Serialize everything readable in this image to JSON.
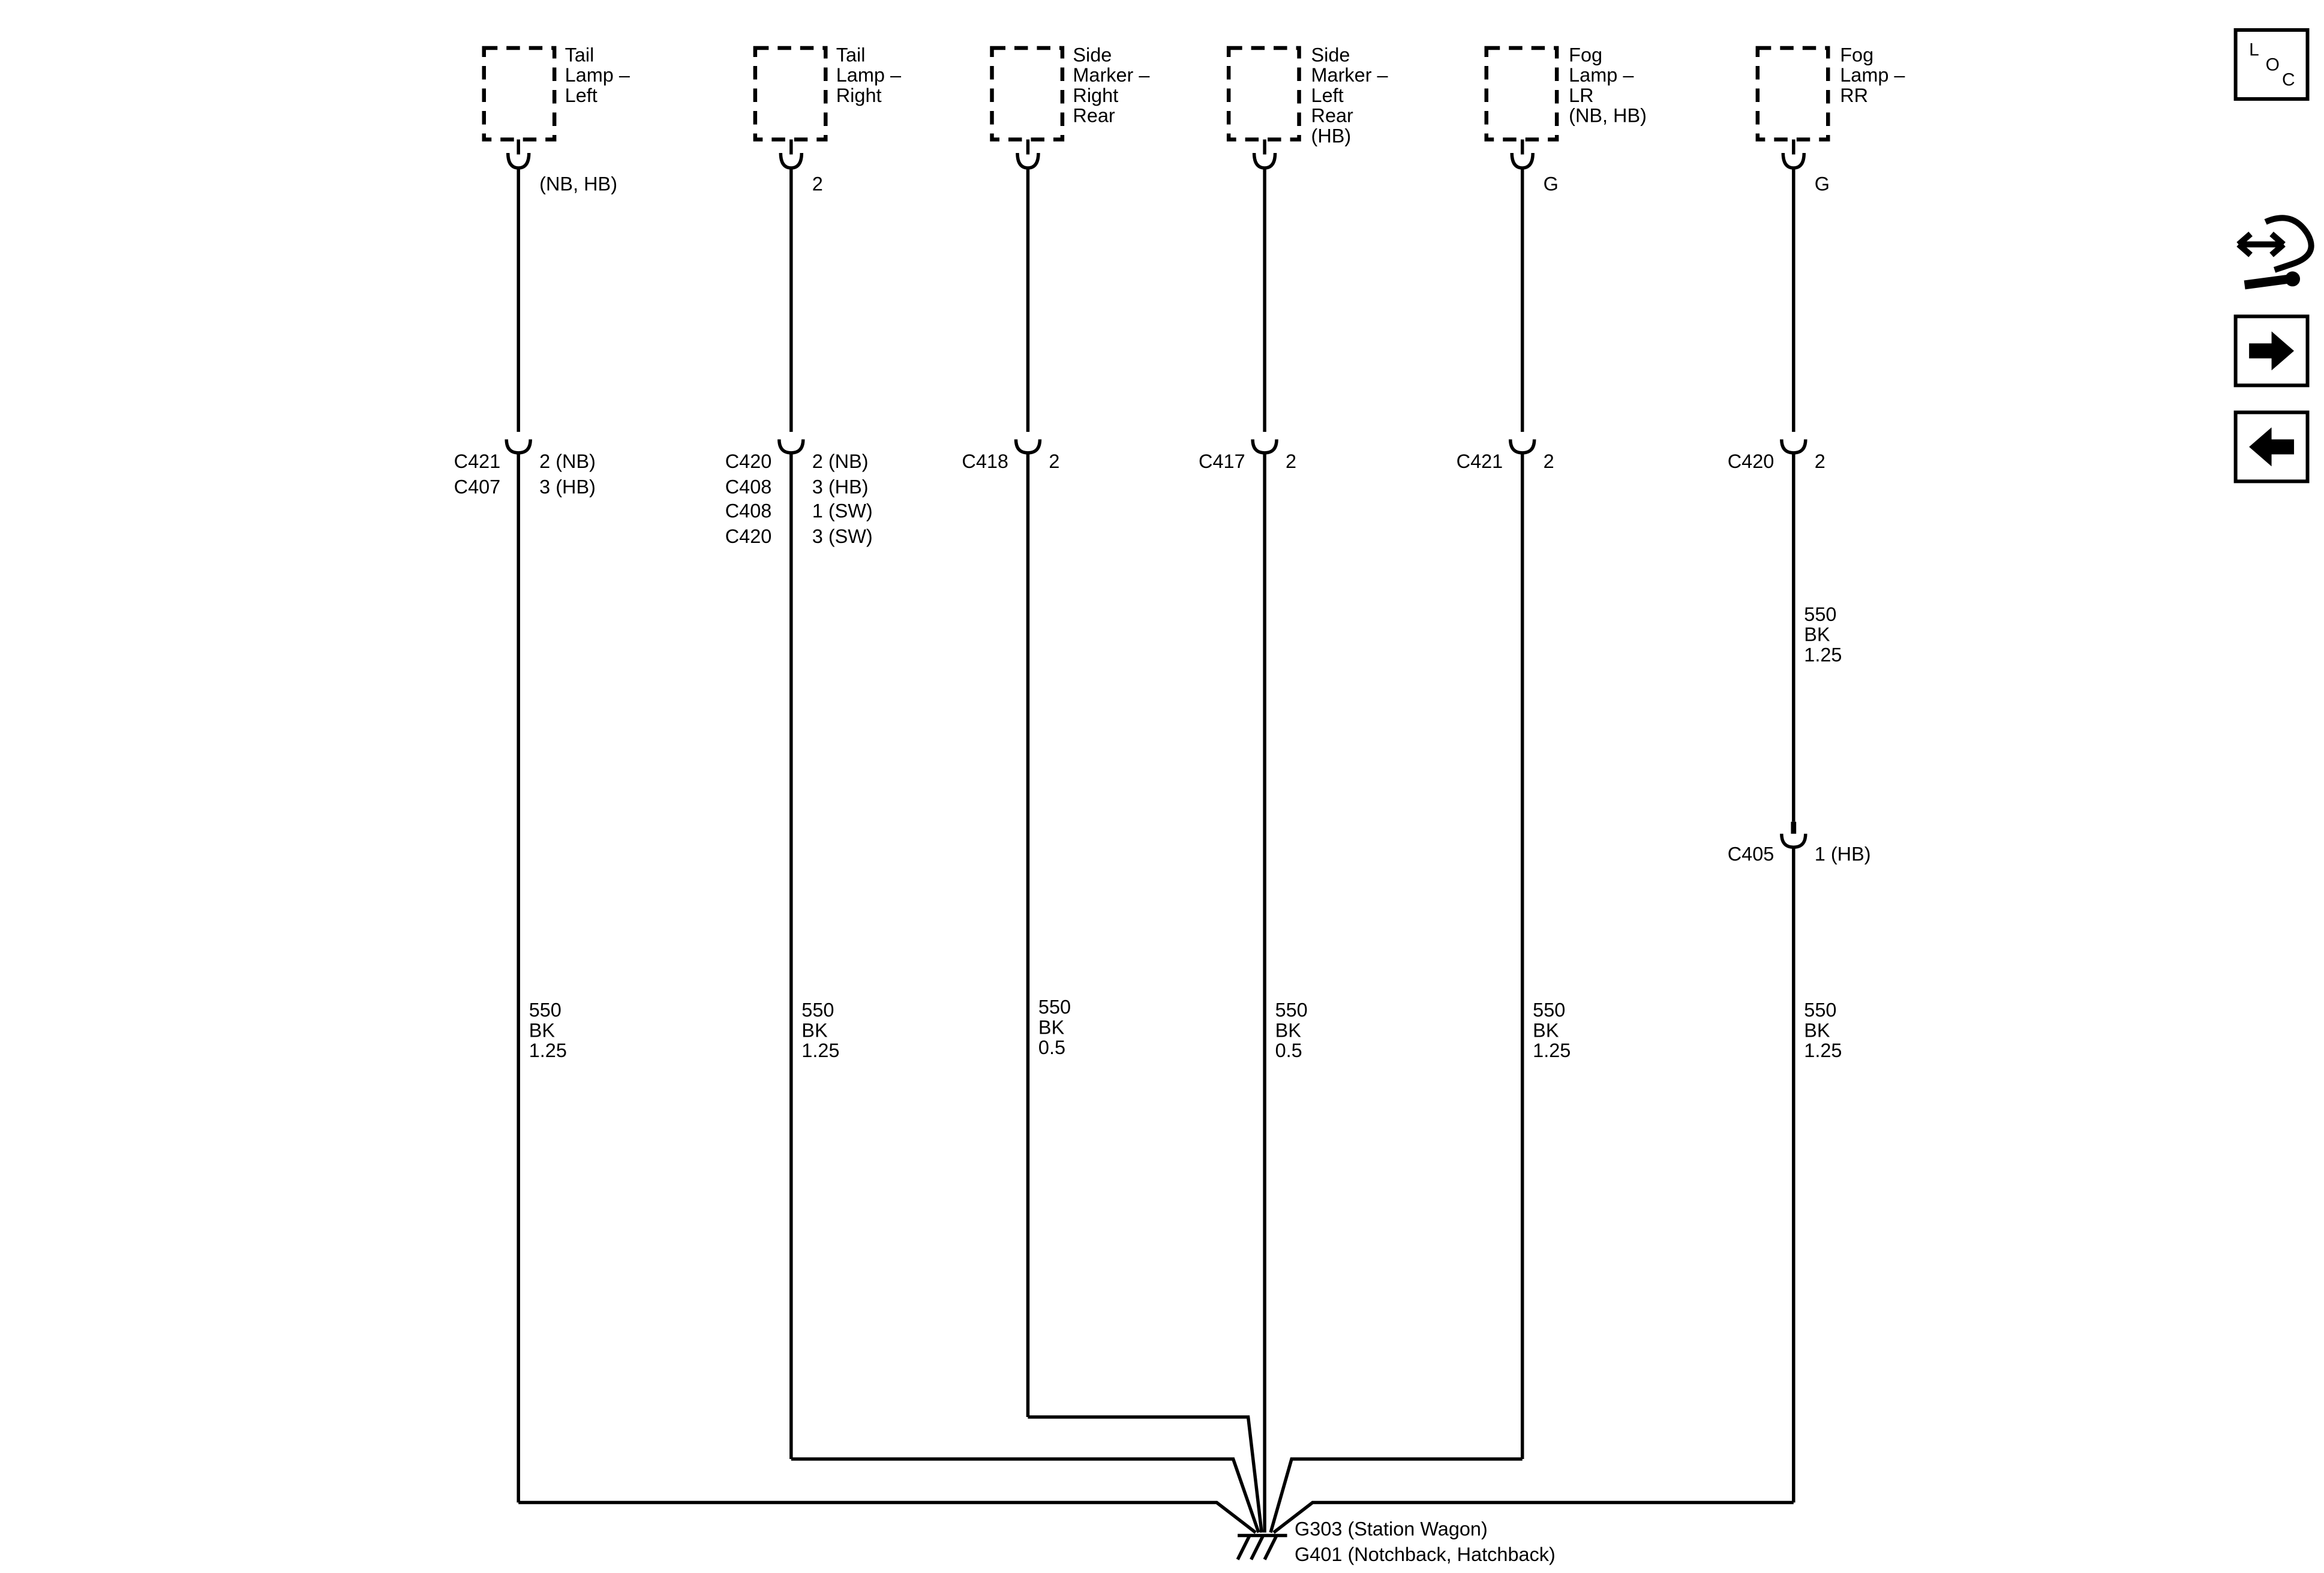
{
  "components": [
    {
      "id": "tail-lamp-left",
      "name": [
        "Tail",
        "Lamp –",
        "Left"
      ],
      "pin_note": "(NB, HB)"
    },
    {
      "id": "tail-lamp-right",
      "name": [
        "Tail",
        "Lamp –",
        "Right"
      ],
      "pin_note": "2"
    },
    {
      "id": "side-marker-right-rear",
      "name": [
        "Side",
        "Marker –",
        "Right",
        "Rear"
      ],
      "pin_note": ""
    },
    {
      "id": "side-marker-left-rear",
      "name": [
        "Side",
        "Marker –",
        "Left",
        "Rear",
        "(HB)"
      ],
      "pin_note": ""
    },
    {
      "id": "fog-lamp-lr",
      "name": [
        "Fog",
        "Lamp –",
        "LR",
        "(NB, HB)"
      ],
      "pin_note": "G"
    },
    {
      "id": "fog-lamp-rr",
      "name": [
        "Fog",
        "Lamp –",
        "RR"
      ],
      "pin_note": "G"
    }
  ],
  "connectors": [
    {
      "component": "tail-lamp-left",
      "ids": [
        "C421",
        "C407"
      ],
      "pins": [
        "2 (NB)",
        "3 (HB)"
      ]
    },
    {
      "component": "tail-lamp-right",
      "ids": [
        "C420",
        "C408",
        "C408",
        "C420"
      ],
      "pins": [
        "2 (NB)",
        "3 (HB)",
        "1 (SW)",
        "3 (SW)"
      ]
    },
    {
      "component": "side-marker-right-rear",
      "ids": [
        "C418"
      ],
      "pins": [
        "2"
      ]
    },
    {
      "component": "side-marker-left-rear",
      "ids": [
        "C417"
      ],
      "pins": [
        "2"
      ]
    },
    {
      "component": "fog-lamp-lr",
      "ids": [
        "C421"
      ],
      "pins": [
        "2"
      ]
    },
    {
      "component": "fog-lamp-rr",
      "ids": [
        "C420"
      ],
      "pins": [
        "2"
      ]
    },
    {
      "component": "fog-lamp-rr",
      "ids": [
        "C405"
      ],
      "pins": [
        "1 (HB)"
      ]
    }
  ],
  "wires": [
    {
      "component": "tail-lamp-left",
      "circuit": "550",
      "color": "BK",
      "size": "1.25"
    },
    {
      "component": "tail-lamp-right",
      "circuit": "550",
      "color": "BK",
      "size": "1.25"
    },
    {
      "component": "side-marker-right-rear",
      "circuit": "550",
      "color": "BK",
      "size": "0.5"
    },
    {
      "component": "side-marker-left-rear",
      "circuit": "550",
      "color": "BK",
      "size": "0.5"
    },
    {
      "component": "fog-lamp-lr",
      "circuit": "550",
      "color": "BK",
      "size": "1.25"
    },
    {
      "component": "fog-lamp-rr-upper",
      "circuit": "550",
      "color": "BK",
      "size": "1.25"
    },
    {
      "component": "fog-lamp-rr-lower",
      "circuit": "550",
      "color": "BK",
      "size": "1.25"
    }
  ],
  "ground": {
    "labels": [
      "G303 (Station Wagon)",
      "G401 (Notchback, Hatchback)"
    ],
    "icon": "ground-icon"
  },
  "nav": {
    "loc": {
      "letters": [
        "L",
        "O",
        "C"
      ],
      "icon": "loc-icon"
    },
    "harness_icon": "harness-routing-icon",
    "next_icon": "arrow-right-icon",
    "prev_icon": "arrow-left-icon"
  }
}
